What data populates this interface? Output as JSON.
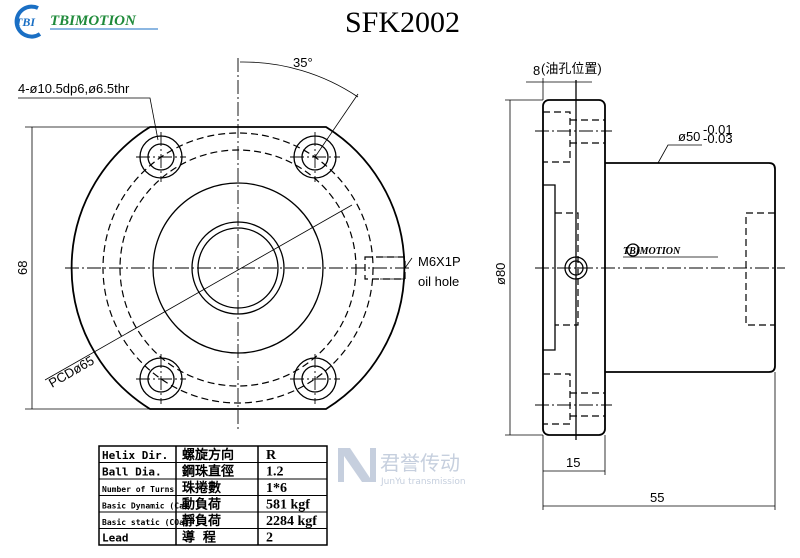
{
  "header": {
    "logo_mark": "TBI",
    "logo_text": "TBIMOTION",
    "model": "SFK2002"
  },
  "front_view": {
    "hole_callout": "4-ø10.5dp6,ø6.5thr",
    "angle": "35°",
    "height_dim": "68",
    "pcd": "PCDø65",
    "oil_thread": "M6X1P",
    "oil_label": "oil hole"
  },
  "side_view": {
    "oil_pos_dim": "8",
    "oil_pos_note": "(油孔位置)",
    "dia_body": "ø50",
    "tol_upper": "-0.01",
    "tol_lower": "-0.03",
    "dia_flange": "ø80",
    "flange_thk": "15",
    "length": "55",
    "body_logo": "TBIMOTION"
  },
  "spec_table": [
    {
      "en": "Helix  Dir.",
      "zh": "螺旋方向",
      "val": "R"
    },
    {
      "en": "Ball Dia.",
      "zh": "鋼珠直徑",
      "val": "1.2"
    },
    {
      "en": "Number of Turns",
      "zh": "珠捲數",
      "val": "1*6"
    },
    {
      "en": "Basic Dynamic (Ca)",
      "zh": "動負荷",
      "val": "581  kgf"
    },
    {
      "en": "Basic static (COa)",
      "zh": "靜負荷",
      "val": "2284  kgf"
    },
    {
      "en": "Lead",
      "zh": "導  程",
      "val": "2"
    }
  ],
  "watermark": {
    "zh": "君誉传动",
    "en": "JunYu transmission"
  },
  "colors": {
    "logo_blue": "#1a6fc4",
    "logo_green": "#1f8a3a",
    "watermark": "#b8c4d6"
  }
}
